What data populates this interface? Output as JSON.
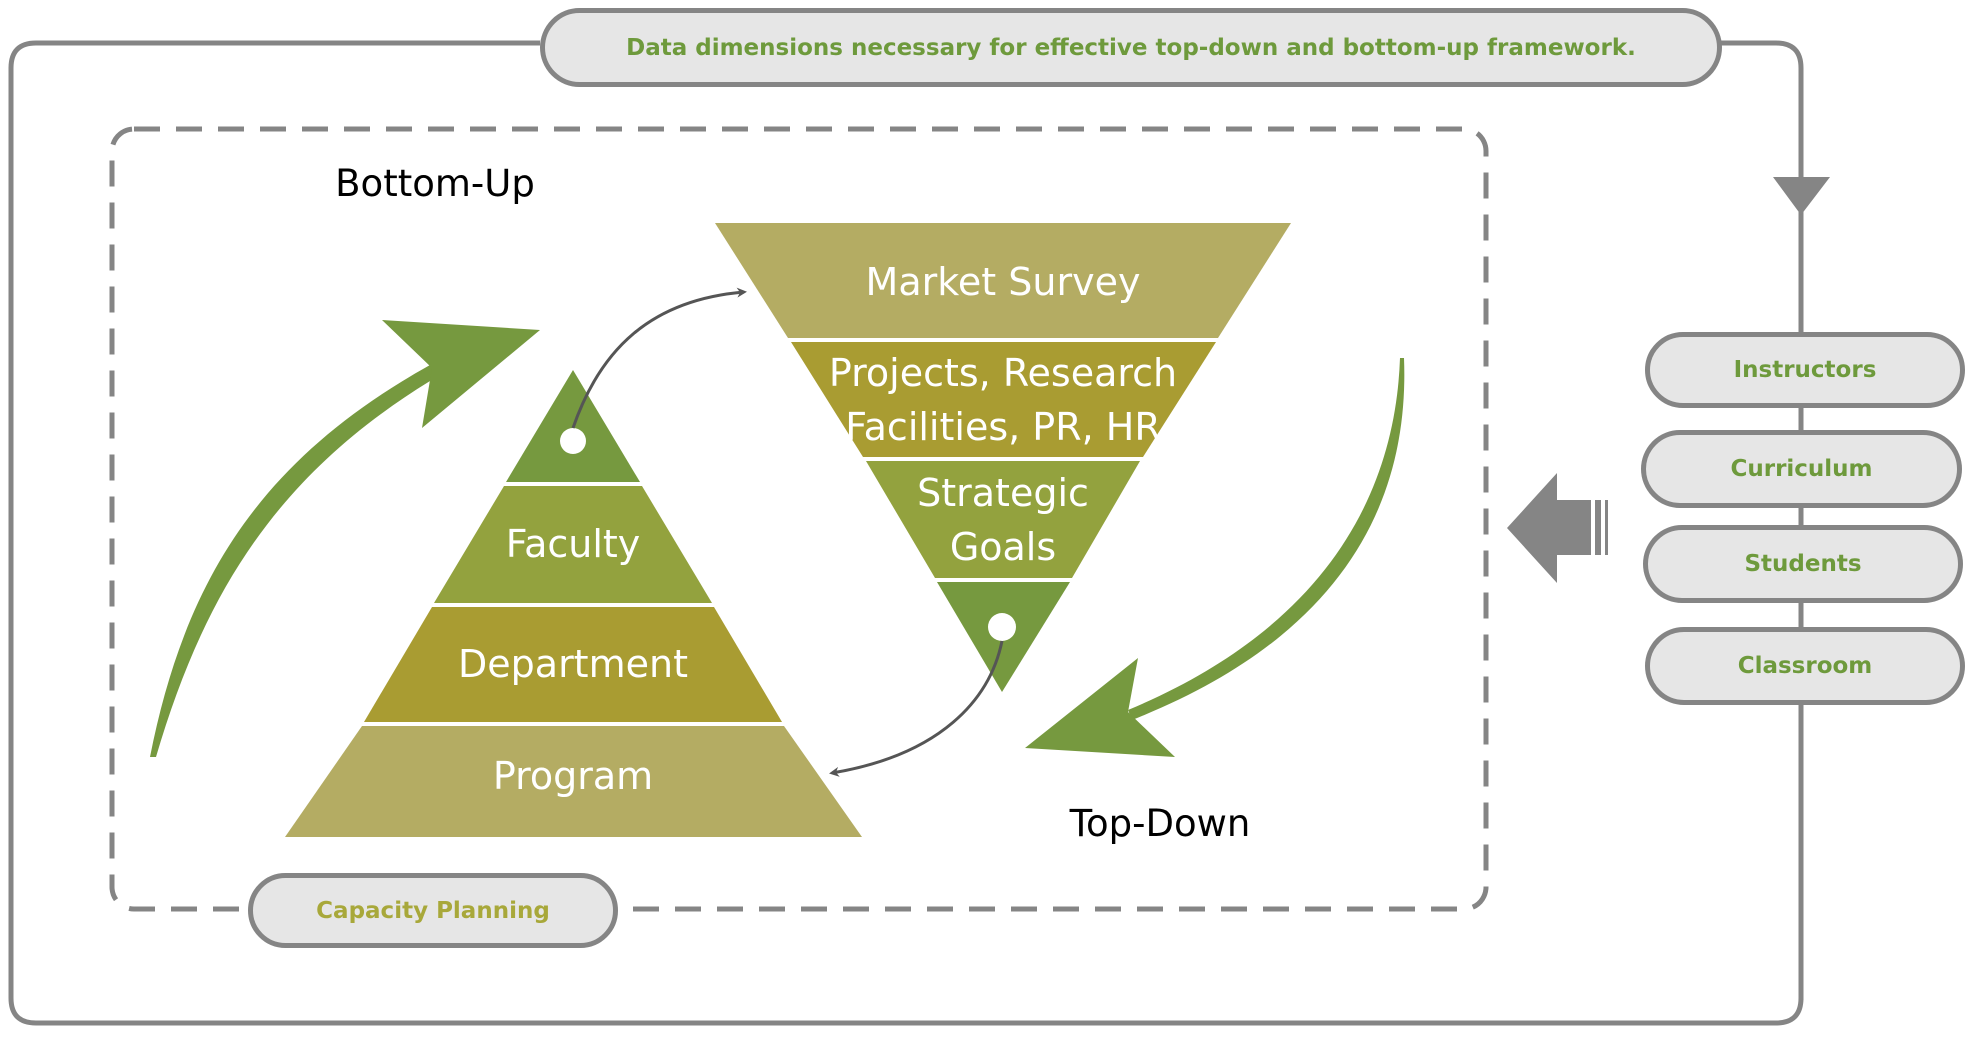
{
  "diagram": {
    "header_note": "Data dimensions necessary for effective top-down and bottom-up framework.",
    "labels": {
      "bottom_up": "Bottom-Up",
      "top_down": "Top-Down",
      "capacity_planning": "Capacity Planning"
    },
    "bottom_up_pyramid": {
      "layers": [
        {
          "label": "",
          "color": "#76993f"
        },
        {
          "label": "Faculty",
          "color": "#93a23e"
        },
        {
          "label": "Department",
          "color": "#a99c32"
        },
        {
          "label": "Program",
          "color": "#b4ac63"
        }
      ]
    },
    "top_down_pyramid": {
      "layers": [
        {
          "label": "Market Survey",
          "color": "#b4ac63"
        },
        {
          "label_line1": "Projects, Research",
          "label_line2": "Facilities, PR, HR",
          "color": "#a99c32"
        },
        {
          "label_line1": "Strategic",
          "label_line2": "Goals",
          "color": "#93a23e"
        },
        {
          "label": "",
          "color": "#76993f"
        }
      ]
    },
    "data_dimensions": [
      {
        "label": "Instructors"
      },
      {
        "label": "Curriculum"
      },
      {
        "label": "Students"
      },
      {
        "label": "Classroom"
      }
    ],
    "colors": {
      "frame_gray": "#858585",
      "pill_fill": "#e6e6e6",
      "arrow_green": "#76993f",
      "text_green": "#6e9a3c",
      "capacity_text": "#a8a83a",
      "connector_gray": "#555555"
    }
  }
}
